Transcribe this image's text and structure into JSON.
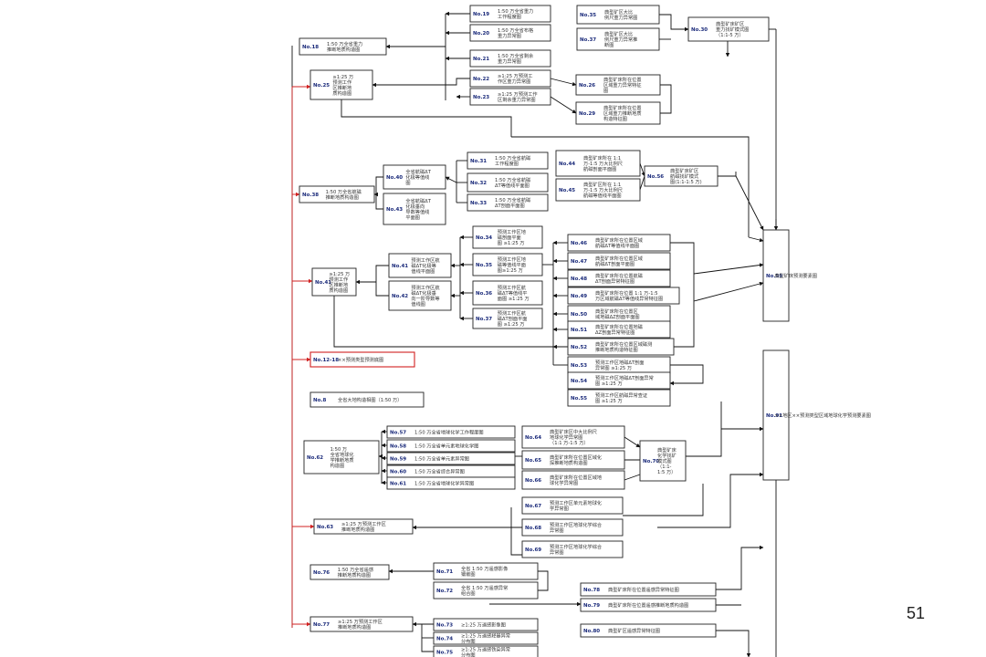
{
  "page_number": "51",
  "nodes": {
    "b19": {
      "num": "No.19",
      "text": [
        "1:50 万全省重力",
        "工作程度图"
      ]
    },
    "b20": {
      "num": "No.20",
      "text": [
        "1:50 万全省布格",
        "重力异常图"
      ]
    },
    "b21": {
      "num": "No.21",
      "text": [
        "1:50 万全省剩余",
        "重力异常图"
      ]
    },
    "b22": {
      "num": "No.22",
      "text": [
        "≥1:25 万预测工",
        "作区重力异常图"
      ]
    },
    "b23": {
      "num": "No.23",
      "text": [
        "≥1:25 万预测工作",
        "区剩余重力异常图"
      ]
    },
    "b18": {
      "num": "No.18",
      "text": [
        "1:50 万全省重力",
        "推断地质构造图"
      ]
    },
    "b25": {
      "num": "No.25",
      "text": [
        "≥1:25 万",
        "预测工作",
        "区推断地",
        "质构造图"
      ]
    },
    "b26": {
      "num": "No.26",
      "text": [
        "典型矿床所在位置",
        "区域重力异常特征",
        "图"
      ]
    },
    "b29": {
      "num": "No.29",
      "text": [
        "典型矿床所在位置",
        "区域重力推断地质",
        "构造特征图"
      ]
    },
    "b35": {
      "num": "No.35",
      "text": [
        "典型矿区大比",
        "例尺重力异常图"
      ]
    },
    "b37": {
      "num": "No.37",
      "text": [
        "典型矿区大比",
        "例尺重力异常推",
        "断图"
      ]
    },
    "b30": {
      "num": "No.30",
      "text": [
        "典型矿床矿区",
        "重力找矿模式图",
        "（1:1-5 万）"
      ]
    },
    "b31": {
      "num": "No.31",
      "text": [
        "1:50 万全省航磁",
        "工作程度图"
      ]
    },
    "b32": {
      "num": "No.32",
      "text": [
        "1:50 万全省航磁",
        "ΔT等值线平面图"
      ]
    },
    "b33": {
      "num": "No.33",
      "text": [
        "1:50 万全省航磁",
        "ΔT剖面平面图"
      ]
    },
    "b38": {
      "num": "No.38",
      "text": [
        "1:50 万全省航磁",
        "推断地质构造图"
      ]
    },
    "b40": {
      "num": "No.40",
      "text": [
        "全省航磁ΔT",
        "化极等值线",
        "图"
      ]
    },
    "b43": {
      "num": "No.43",
      "text": [
        "全省航磁ΔT",
        "化极垂向",
        "导数等值线",
        "平面图"
      ]
    },
    "b44": {
      "num": "No.44",
      "text": [
        "典型矿床所在 1:1",
        "万-1:5 万大比例尺",
        "航磁剖面平面图"
      ]
    },
    "b45": {
      "num": "No.45",
      "text": [
        "典型矿区所在 1:1",
        "万-1:5 万大比例尺",
        "航磁等值线平面图"
      ]
    },
    "b56": {
      "num": "No.56",
      "text": [
        "典型矿床矿区",
        "航磁找矿模式",
        "图(1:1-1:5 万)"
      ]
    },
    "b59": {
      "num": "No.59",
      "text": [
        "典型矿床预测要素图"
      ]
    },
    "b34": {
      "num": "No.34",
      "text": [
        "预测工作区地",
        "磁剖面平面",
        "图 ≥1:25 万"
      ]
    },
    "b35b": {
      "num": "No.35",
      "text": [
        "预测工作区地",
        "磁等值线平面",
        "图≥1:25 万"
      ]
    },
    "b36": {
      "num": "No.36",
      "text": [
        "预测工作区航",
        "磁ΔT等值线平",
        "面图 ≥1:25 万"
      ]
    },
    "b37b": {
      "num": "No.37",
      "text": [
        "预测工作区航",
        "磁ΔT剖面平面",
        "图 ≥1:25 万"
      ]
    },
    "b41": {
      "num": "No.41",
      "text": [
        "≥1:25 万",
        "预测工作",
        "区推断地",
        "质构造图"
      ]
    },
    "b41s": {
      "num": "No.41",
      "text": [
        "预测工作区航",
        "磁ΔT化极等",
        "值线平面图"
      ]
    },
    "b42": {
      "num": "No.42",
      "text": [
        "预测工作区航",
        "磁ΔT化极垂",
        "向一阶导数等",
        "值线图"
      ]
    },
    "b46": {
      "num": "No.46",
      "text": [
        "典型矿床所在位置区域",
        "航磁ΔT等值线平面图"
      ]
    },
    "b47": {
      "num": "No.47",
      "text": [
        "典型矿床所在位置区域",
        "航磁ΔT剖面平面图"
      ]
    },
    "b48": {
      "num": "No.48",
      "text": [
        "典型矿床所在位置航磁",
        "ΔT剖面异常特征图"
      ]
    },
    "b49": {
      "num": "No.49",
      "text": [
        "典型矿床所在位置 1:1 万-1:5",
        "万区域航磁ΔT等值线异常特征图"
      ]
    },
    "b50": {
      "num": "No.50",
      "text": [
        "典型矿床所在位置区",
        "域地磁ΔZ剖面平面图"
      ]
    },
    "b51": {
      "num": "No.51",
      "text": [
        "典型矿床所在位置地磁",
        "ΔZ剖面异常特征图"
      ]
    },
    "b52": {
      "num": "No.52",
      "text": [
        "典型矿床所在位置区域磁测",
        "推断地质构造特征图"
      ]
    },
    "b53": {
      "num": "No.53",
      "text": [
        "预测工作区地磁ΔT剖面",
        "异常图 ≥1:25 万"
      ]
    },
    "b54": {
      "num": "No.54",
      "text": [
        "预测工作区地磁ΔT剖面异常",
        "图 ≥1:25 万"
      ]
    },
    "b55": {
      "num": "No.55",
      "text": [
        "预测工作区航磁异常查证",
        "图 ≥1:25 万"
      ]
    },
    "b1218": {
      "num": "No.12-18",
      "text": [
        "××预测类型预测底图"
      ]
    },
    "b8": {
      "num": "No.8",
      "text": [
        "全省大地构造相图（1:50 万）"
      ]
    },
    "b57": {
      "num": "No.57",
      "text": [
        "1:50 万全省地球化学工作程度图"
      ]
    },
    "b58": {
      "num": "No.58",
      "text": [
        "1:50 万全省单元素地球化学图"
      ]
    },
    "b59b": {
      "num": "No.59",
      "text": [
        "1:50 万全省单元素异常图"
      ]
    },
    "b60": {
      "num": "No.60",
      "text": [
        "1:50 万全省综合异常图"
      ]
    },
    "b61": {
      "num": "No.61",
      "text": [
        "1:50 万全省地球化学异常图"
      ]
    },
    "b62": {
      "num": "No.62",
      "text": [
        "1:50 万",
        "全省地球化",
        "学推断地质",
        "构造图"
      ]
    },
    "b64": {
      "num": "No.64",
      "text": [
        "典型矿床区中大比例尺",
        "地球化学异常图",
        "（1:1 万-1:5 万）"
      ]
    },
    "b65": {
      "num": "No.65",
      "text": [
        "典型矿床所在位置区域化",
        "探推断地质构造图"
      ]
    },
    "b66": {
      "num": "No.66",
      "text": [
        "典型矿床所在位置区域地",
        "球化学异常图"
      ]
    },
    "b70": {
      "num": "No.70",
      "text": [
        "典型矿床",
        "化学找矿",
        "模式图",
        "（1:1-",
        "1:5 万）"
      ]
    },
    "b91": {
      "num": "No.91",
      "text": [
        "××地区××预测类型区域地球化学预测要素图"
      ]
    },
    "b63": {
      "num": "No.63",
      "text": [
        "≥1:25 万预测工作区",
        "推断地质构造图"
      ]
    },
    "b67": {
      "num": "No.67",
      "text": [
        "预测工作区单元素地球化",
        "学异常图"
      ]
    },
    "b68": {
      "num": "No.68",
      "text": [
        "预测工作区地球化学综合",
        "异常图"
      ]
    },
    "b69": {
      "num": "No.69",
      "text": [
        "预测工作区地球化学综合",
        "异常图"
      ]
    },
    "b76": {
      "num": "No.76",
      "text": [
        "1:50 万全省遥感",
        "推断地质构造图"
      ]
    },
    "b71": {
      "num": "No.71",
      "text": [
        "全省 1:50 万遥感影像",
        "镶嵌图"
      ]
    },
    "b72": {
      "num": "No.72",
      "text": [
        "全省 1:50 万遥感异常",
        "组合图"
      ]
    },
    "b78": {
      "num": "No.78",
      "text": [
        "典型矿床所在位置遥感异常特征图"
      ]
    },
    "b79": {
      "num": "No.79",
      "text": [
        "典型矿床所在位置遥感推断地质构造图"
      ]
    },
    "b77": {
      "num": "No.77",
      "text": [
        "≥1:25 万预测工作区",
        "推断地质构造图"
      ]
    },
    "b73": {
      "num": "No.73",
      "text": [
        "≥1:25 万遥感影像图"
      ]
    },
    "b74": {
      "num": "No.74",
      "text": [
        "≥1:25 万遥感羟基异常",
        "分布图"
      ]
    },
    "b75": {
      "num": "No.75",
      "text": [
        "≥1:25 万遥感铁染异常",
        "分布图"
      ]
    },
    "b80": {
      "num": "No.80",
      "text": [
        "典型矿区遥感异常特征图"
      ]
    }
  }
}
